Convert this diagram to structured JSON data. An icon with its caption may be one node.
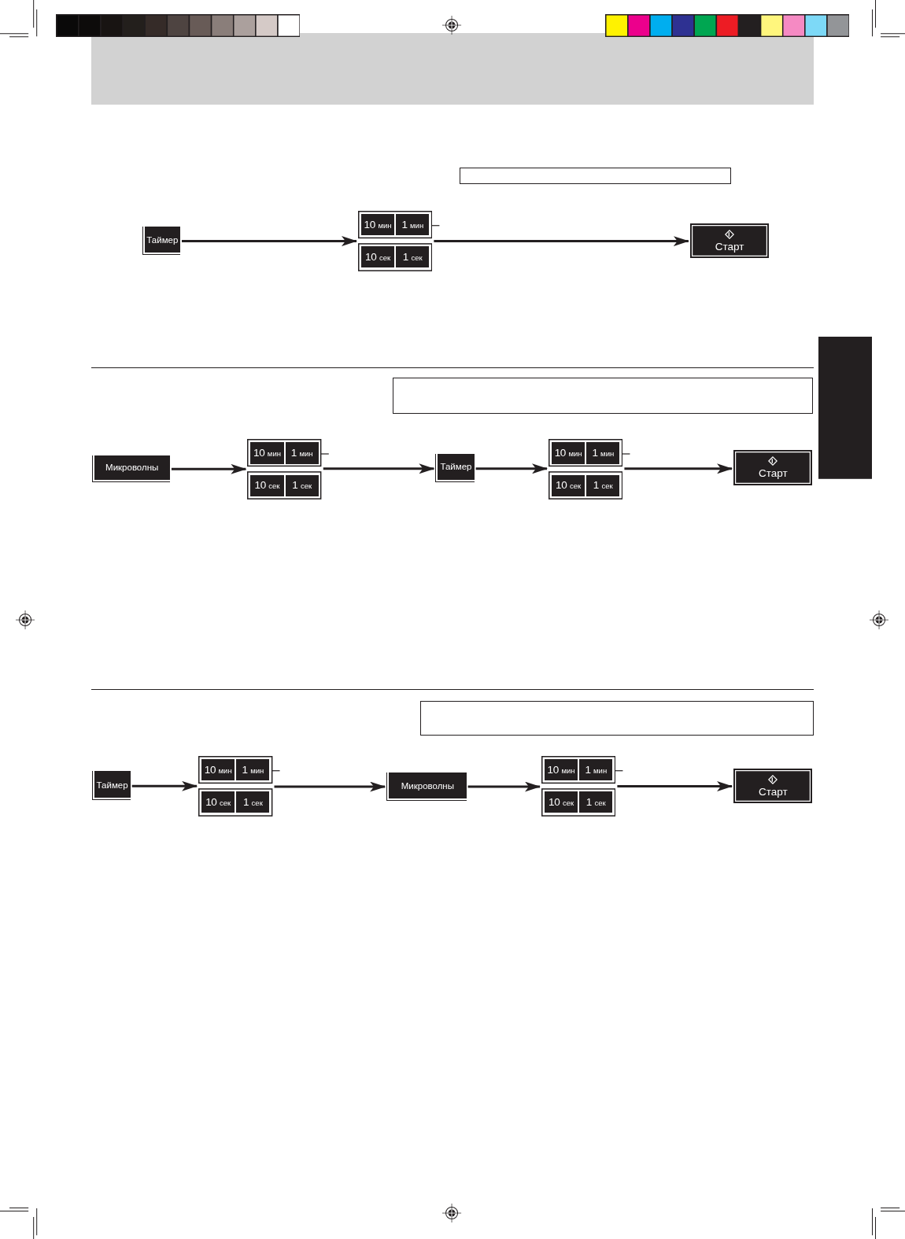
{
  "diagram": {
    "nodes": [
      {
        "text": [
          "Таймер"
        ]
      },
      {
        "text": [],
        "shape": "box"
      },
      {
        "text": [
          "10 мин"
        ],
        "in": 1
      },
      {
        "text": [
          "1 мин"
        ],
        "in": 1
      },
      {
        "text": [
          "10 сек"
        ],
        "in": 1
      },
      {
        "text": [
          "1 сек"
        ],
        "in": 1
      },
      {
        "text": [
          "Старт"
        ]
      },
      {
        "text": [],
        "shape": "box"
      },
      {
        "text": [
          "Микроволны"
        ]
      },
      {
        "text": [],
        "shape": "box"
      },
      {
        "text": [
          "10 мин"
        ],
        "in": 9
      },
      {
        "text": [
          "1 мин"
        ],
        "in": 9
      },
      {
        "text": [
          "10 сек"
        ],
        "in": 9
      },
      {
        "text": [
          "1 сек"
        ],
        "in": 9
      },
      {
        "text": [
          "Таймер"
        ]
      },
      {
        "text": [],
        "shape": "box"
      },
      {
        "text": [
          "10 мин"
        ],
        "in": 15
      },
      {
        "text": [
          "1 мин"
        ],
        "in": 15
      },
      {
        "text": [
          "10 сек"
        ],
        "in": 15
      },
      {
        "text": [
          "1 сек"
        ],
        "in": 15
      },
      {
        "text": [
          "Старт"
        ]
      },
      {
        "text": [
          "Таймер"
        ]
      },
      {
        "text": [],
        "shape": "box"
      },
      {
        "text": [
          "10 мин"
        ],
        "in": 22
      },
      {
        "text": [
          "1 мин"
        ],
        "in": 22
      },
      {
        "text": [
          "10 сек"
        ],
        "in": 22
      },
      {
        "text": [
          "1 сек"
        ],
        "in": 22
      },
      {
        "text": [
          "Микроволны"
        ]
      },
      {
        "text": [],
        "shape": "box"
      },
      {
        "text": [
          "10 мин"
        ],
        "in": 28
      },
      {
        "text": [
          "1 мин"
        ],
        "in": 28
      },
      {
        "text": [
          "10 сек"
        ],
        "in": 28
      },
      {
        "text": [
          "1 сек"
        ],
        "in": 28
      },
      {
        "text": [
          "Старт"
        ]
      }
    ],
    "edges": [
      {
        "from": 0,
        "to": 1,
        "arrow": "to"
      },
      {
        "from": 3,
        "to": null,
        "arrow": "none"
      },
      {
        "from": 1,
        "to": 6,
        "arrow": "to"
      },
      {
        "from": 8,
        "to": 9,
        "arrow": "to"
      },
      {
        "from": 11,
        "to": null,
        "arrow": "none"
      },
      {
        "from": 9,
        "to": 14,
        "arrow": "to"
      },
      {
        "from": 14,
        "to": 15,
        "arrow": "to"
      },
      {
        "from": 17,
        "to": null,
        "arrow": "none"
      },
      {
        "from": 15,
        "to": 20,
        "arrow": "to"
      },
      {
        "from": 21,
        "to": 22,
        "arrow": "to"
      },
      {
        "from": 24,
        "to": null,
        "arrow": "none"
      },
      {
        "from": 22,
        "to": 27,
        "arrow": "to"
      },
      {
        "from": 27,
        "to": 28,
        "arrow": "to"
      },
      {
        "from": 30,
        "to": null,
        "arrow": "none"
      },
      {
        "from": 28,
        "to": 33,
        "arrow": "to"
      }
    ]
  }
}
